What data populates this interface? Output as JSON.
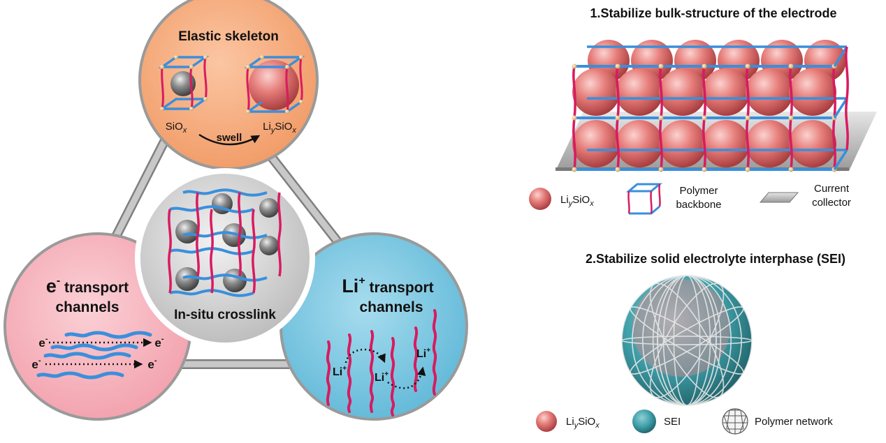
{
  "colors": {
    "orange": "#f6a97a",
    "pink": "#f6b5bf",
    "blue": "#79c9e3",
    "gray": "#d9d9d9",
    "polymer_blue": "#3a8fdc",
    "polymer_pink": "#d81b60",
    "sphere_red": "#e06b6b",
    "sphere_gray": "#7a7a7a",
    "node": "#f1cf8a",
    "sei_teal": "#3e9ea8"
  },
  "left": {
    "elastic": {
      "title": "Elastic skeleton",
      "siox": "SiO",
      "siox_sub": "x",
      "swell": "swell",
      "liysiox_li": "Li",
      "liysiox_y": "y",
      "liysiox_sio": "SiO",
      "liysiox_x": "x"
    },
    "center": {
      "label": "In-situ crosslink"
    },
    "electron": {
      "title_sym": "e",
      "title_sup": "-",
      "title_rest": " transport",
      "title_line2": "channels",
      "e_label": "e",
      "e_sup": "-"
    },
    "lithium": {
      "title_sym": "Li",
      "title_sup": "+",
      "title_rest": " transport",
      "title_line2": "channels",
      "li_label": "Li",
      "li_sup": "+"
    }
  },
  "right": {
    "heading1": "1.Stabilize bulk-structure of the electrode",
    "legend1": {
      "liysiox": {
        "li": "Li",
        "y": "y",
        "sio": "SiO",
        "x": "x"
      },
      "polymer_line1": "Polymer",
      "polymer_line2": "backbone",
      "collector_line1": "Current",
      "collector_line2": "collector"
    },
    "heading2": "2.Stabilize solid electrolyte interphase (SEI)",
    "legend2": {
      "liysiox": {
        "li": "Li",
        "y": "y",
        "sio": "SiO",
        "x": "x"
      },
      "sei": "SEI",
      "network": "Polymer network"
    }
  }
}
